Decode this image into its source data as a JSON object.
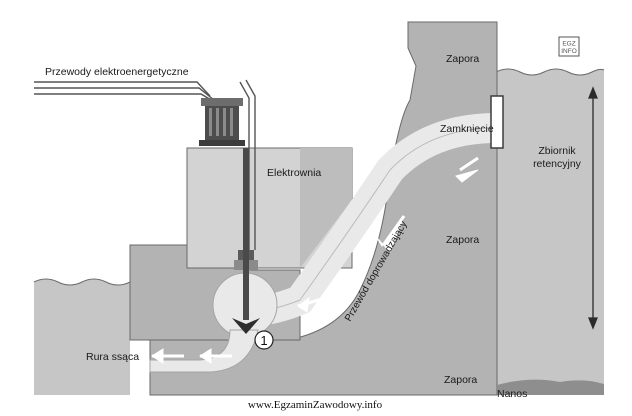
{
  "labels": {
    "power_lines": "Przewody elektroenergetyczne",
    "power_plant": "Elektrownia",
    "dam_top": "Zapora",
    "closure": "Zamknięcie",
    "reservoir": "Zbiornik retencyjny",
    "dam_middle": "Zapora",
    "penstock": "Przewód doprowadzający",
    "draft_tube": "Rura ssąca",
    "marker": "1",
    "dam_bottom": "Zapora",
    "sediment": "Nanos"
  },
  "watermark": "www.EgzaminZawodowy.info",
  "logo_text": "EGZ INFO",
  "colors": {
    "structure": "#b3b3b3",
    "water": "#c6c6c6",
    "building": "#d3d3d3",
    "lines": "#555555",
    "arrow": "#ffffff",
    "outline": "#3c3c3c"
  }
}
